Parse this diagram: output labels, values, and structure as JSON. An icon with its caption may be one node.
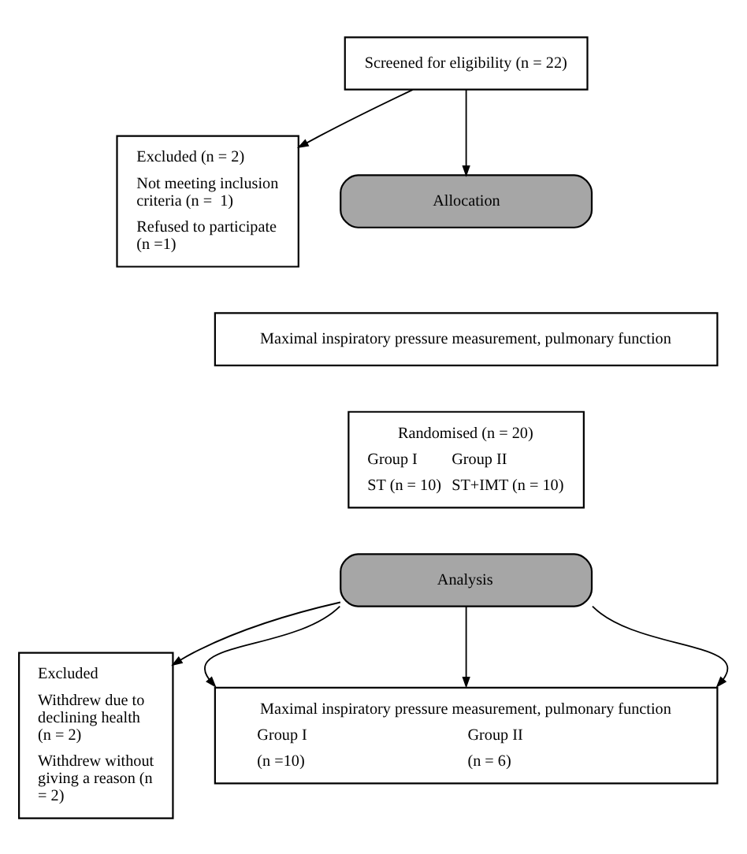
{
  "diagram": {
    "nodes": [
      {
        "text": [
          "Screened for eligibility (n = 22)"
        ]
      },
      {
        "text": [
          "Excluded (n = 2)",
          "Not meeting inclusion criteria (n =  1)",
          "Refused to participate (n =1)"
        ]
      },
      {
        "text": [
          "Allocation"
        ]
      },
      {
        "text": [
          "Maximal inspiratory pressure measurement, pulmonary function"
        ]
      },
      {
        "text": [
          "Randomised (n = 20)",
          "Group I",
          "Group II",
          "ST (n = 10)",
          "ST+IMT (n = 10)"
        ]
      },
      {
        "text": [
          "Analysis"
        ]
      },
      {
        "text": [
          "Excluded",
          "Withdrew due to declining health (n = 2)",
          "Withdrew without giving a reason (n = 2)"
        ]
      },
      {
        "text": [
          "Maximal inspiratory pressure measurement, pulmonary function",
          "Group I",
          "Group II",
          "(n =10)",
          "(n = 6)"
        ]
      }
    ],
    "edges": [
      {
        "from": 0,
        "to": 1,
        "arrow": "to"
      },
      {
        "from": 0,
        "to": 2,
        "arrow": "to"
      },
      {
        "from": 5,
        "to": 6,
        "arrow": "to"
      },
      {
        "from": 5,
        "to": 7,
        "arrow": "to"
      },
      {
        "from": 5,
        "to": 7,
        "arrow": "to"
      },
      {
        "from": 5,
        "to": 7,
        "arrow": "to"
      }
    ]
  }
}
